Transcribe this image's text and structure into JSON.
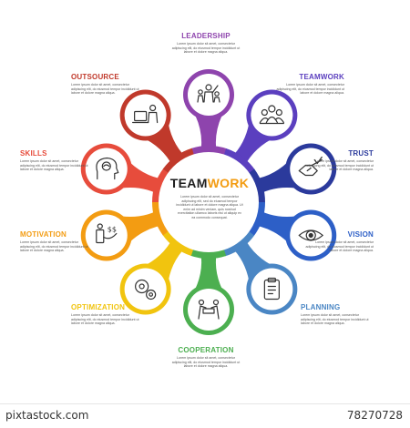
{
  "center": {
    "title_part1": "TEAM",
    "title_part2": "WORK",
    "title_part1_color": "#1f1f1f",
    "title_part2_color": "#f39c12",
    "text": "Lorem ipsum dolor sit amet, consectetur adipiscing elit, sed do eiusmod tempor incididunt ut labore et dolore magna aliqua. Ut enim ad minim veniam, quis nostrud exercitation ullamco laboris nisi ut aliquip ex ea commodo consequat."
  },
  "placeholder_text": "Lorem ipsum dolor sit amet, consectetur adipiscing elit, do eiusmod tempor incididunt ut labore et dolore magna aliqua.",
  "nodes": [
    {
      "key": "leadership",
      "label": "LEADERSHIP",
      "color": "#8e44ad",
      "icon": "leadership-icon"
    },
    {
      "key": "teamwork",
      "label": "TEAMWORK",
      "color": "#5b3fbf",
      "icon": "team-icon"
    },
    {
      "key": "trust",
      "label": "TRUST",
      "color": "#2b3a9c",
      "icon": "handshake-icon"
    },
    {
      "key": "vision",
      "label": "VISION",
      "color": "#2d5fc7",
      "icon": "eye-icon"
    },
    {
      "key": "planning",
      "label": "PLANNING",
      "color": "#4a86c4",
      "icon": "clipboard-icon"
    },
    {
      "key": "cooperation",
      "label": "COOPERATION",
      "color": "#4caf50",
      "icon": "cooperation-icon"
    },
    {
      "key": "optimization",
      "label": "OPTIMIZATION",
      "color": "#f1c40f",
      "icon": "gears-icon"
    },
    {
      "key": "motivation",
      "label": "MOTIVATION",
      "color": "#f39c12",
      "icon": "money-motivation-icon"
    },
    {
      "key": "skills",
      "label": "SKILLS",
      "color": "#e74c3c",
      "icon": "brain-icon"
    },
    {
      "key": "outsource",
      "label": "OUTSOURCE",
      "color": "#c0392b",
      "icon": "outsource-icon"
    }
  ],
  "footer": {
    "brand": "pixtastock.com",
    "id": "78270728"
  }
}
